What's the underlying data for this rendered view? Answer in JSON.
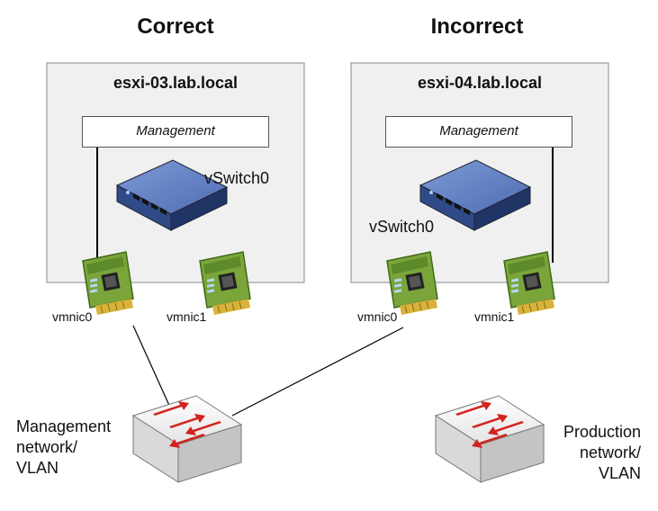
{
  "columns": {
    "correct_title": "Correct",
    "incorrect_title": "Incorrect"
  },
  "hosts": [
    {
      "name": "esxi-03.lab.local",
      "portgroup": "Management",
      "vswitch": "vSwitch0",
      "nics": [
        "vmnic0",
        "vmnic1"
      ]
    },
    {
      "name": "esxi-04.lab.local",
      "portgroup": "Management",
      "vswitch": "vSwitch0",
      "nics": [
        "vmnic0",
        "vmnic1"
      ]
    }
  ],
  "networks": {
    "management": [
      "Management",
      "network/",
      "VLAN"
    ],
    "production": [
      "Production",
      "network/",
      "VLAN"
    ]
  },
  "colors": {
    "host_fill": "#f0f0f0",
    "nic_green": "#7aa53a",
    "switch_blue": "#3e5e9e",
    "arrow_red": "#d3231f"
  }
}
